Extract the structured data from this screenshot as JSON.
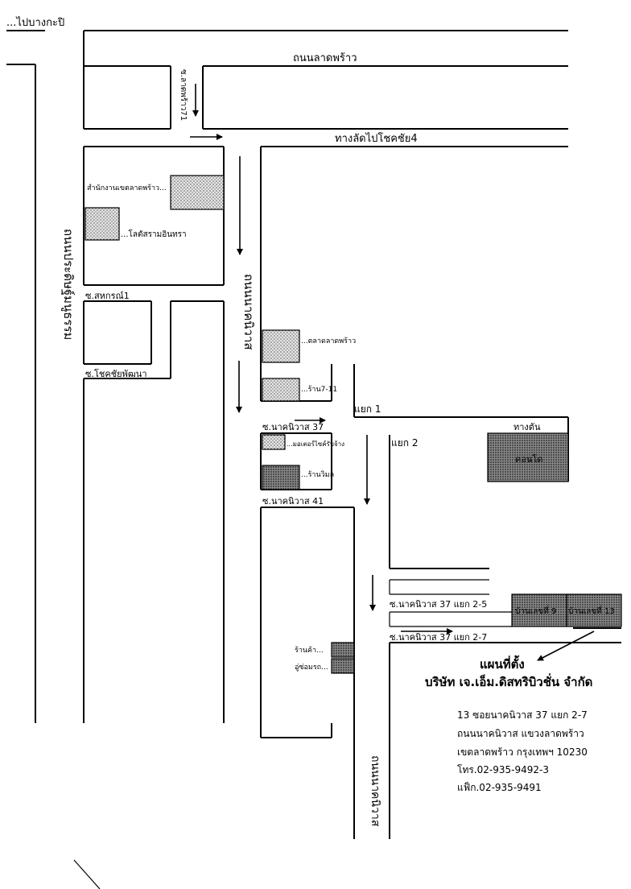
{
  "roads": {
    "to_bang_kapi": "...ไปบางกะปิ",
    "ladprao_road": "ถนนลาดพร้าว",
    "shortcut_chokchai4": "ทางลัดไปโชคชัย4",
    "left_vertical_road": "ถนนประดิษฐ์มนูธรรม",
    "middle_vertical_road": "ถนนนาคนิวาส",
    "ladprao71_soi": "ซ.ลาดพร้าว71",
    "soi_sahakorn1": "ซ.สหกรณ์1",
    "soi_chokchai_pattana": "ซ.โชคชัยพัฒนา",
    "soi_nakniwat37": "ซ.นาคนิวาส 37",
    "soi_nakniwat41": "ซ.นาคนิวาส 41",
    "intersection1": "แยก 1",
    "intersection2": "แยก 2",
    "dead_end": "ทางตัน",
    "soi_2_5": "ซ.นาคนิวาส 37 แยก 2-5",
    "soi_2_7": "ซ.นาคนิวาส 37 แยก 2-7",
    "bottom_vertical_road": "ถนนนาคนิวาส"
  },
  "landmarks": {
    "district_office": "สำนักงานเขตลาดพร้าว...",
    "lotus": "...โลตัสรามอินทรา",
    "ladprao_market": "...ตลาดลาดพร้าว",
    "seven_eleven": "...ร้าน7-11",
    "hospital": "...มอเตอร์ไซค์รับจ้าง",
    "win_shop": "...ร้านวิมล",
    "condo": "คอนโด",
    "shop_left": "ร้านค้า...",
    "garage_left": "อู่ซ่อมรถ...",
    "house_9": "บ้านเลขที่ 9",
    "house_13": "บ้านเลขที่ 13"
  },
  "address": {
    "map_title": "แผนที่ตั้ง",
    "company": "บริษัท เจ.เอ็ม.ดิสทริบิวชั่น จำกัด",
    "line1": "13 ซอยนาคนิวาส 37 แยก 2-7",
    "line2": "ถนนนาคนิวาส แขวงลาดพร้าว",
    "line3": "เขตลาดพร้าว กรุงเทพฯ 10230",
    "phone": "โทร.02-935-9492-3",
    "fax": "แฟ็ก.02-935-9491"
  }
}
